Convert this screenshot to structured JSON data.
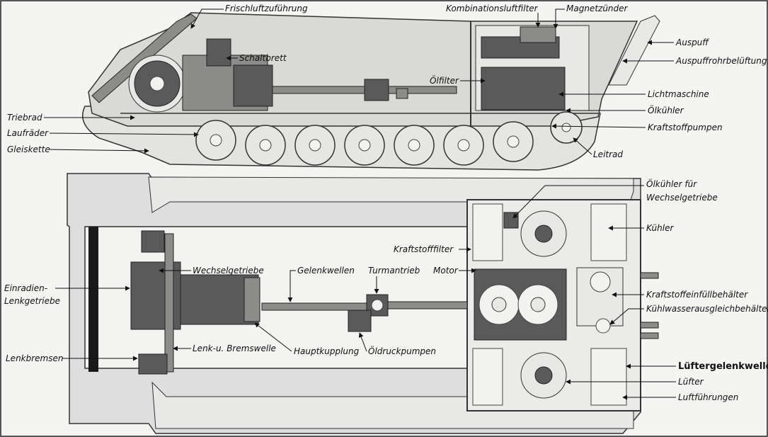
{
  "labels": {
    "frischluft": "Frischluftzuführung",
    "kombination": "Kombinationsluftfilter",
    "magnetzuender": "Magnetzünder",
    "schaltbrett": "Schaltbrett",
    "auspuff": "Auspuff",
    "auspuffrohr": "Auspuffrohrbelüftung",
    "oelfilter": "Ölfilter",
    "lichtmaschine": "Lichtmaschine",
    "oelkuehler": "Ölkühler",
    "triebrad": "Triebrad",
    "laufraeder": "Laufräder",
    "kraftstoffpumpen": "Kraftstoffpumpen",
    "gleiskette": "Gleiskette",
    "leitrad": "Leitrad",
    "oelkuehler_wechsel_1": "Ölkühler für",
    "oelkuehler_wechsel_2": "Wechselgetriebe",
    "kuehler": "Kühler",
    "kraftstofffilter": "Kraftstofffilter",
    "wechselgetriebe": "Wechselgetriebe",
    "gelenkwellen": "Gelenkwellen",
    "turmantrieb": "Turmantrieb",
    "motor": "Motor",
    "einradien_1": "Einradien-",
    "einradien_2": "Lenkgetriebe",
    "kraftstoffeinfuell": "Kraftstoffeinfüllbehälter",
    "kuehlwasser": "Kühlwasserausgleichbehälter",
    "lenk_brems": "Lenk-u. Bremswelle",
    "hauptkupplung": "Hauptkupplung",
    "oeldruckpumpen": "Öldruckpumpen",
    "lenkbremsen": "Lenkbremsen",
    "lueftergelenkwelle": "Lüftergelenkwelle",
    "luefter": "Lüfter",
    "luftfuehrungen": "Luftführungen"
  },
  "colors": {
    "background": "#f4f4f2",
    "hull": "#d9d9d6",
    "ink": "#111111"
  }
}
